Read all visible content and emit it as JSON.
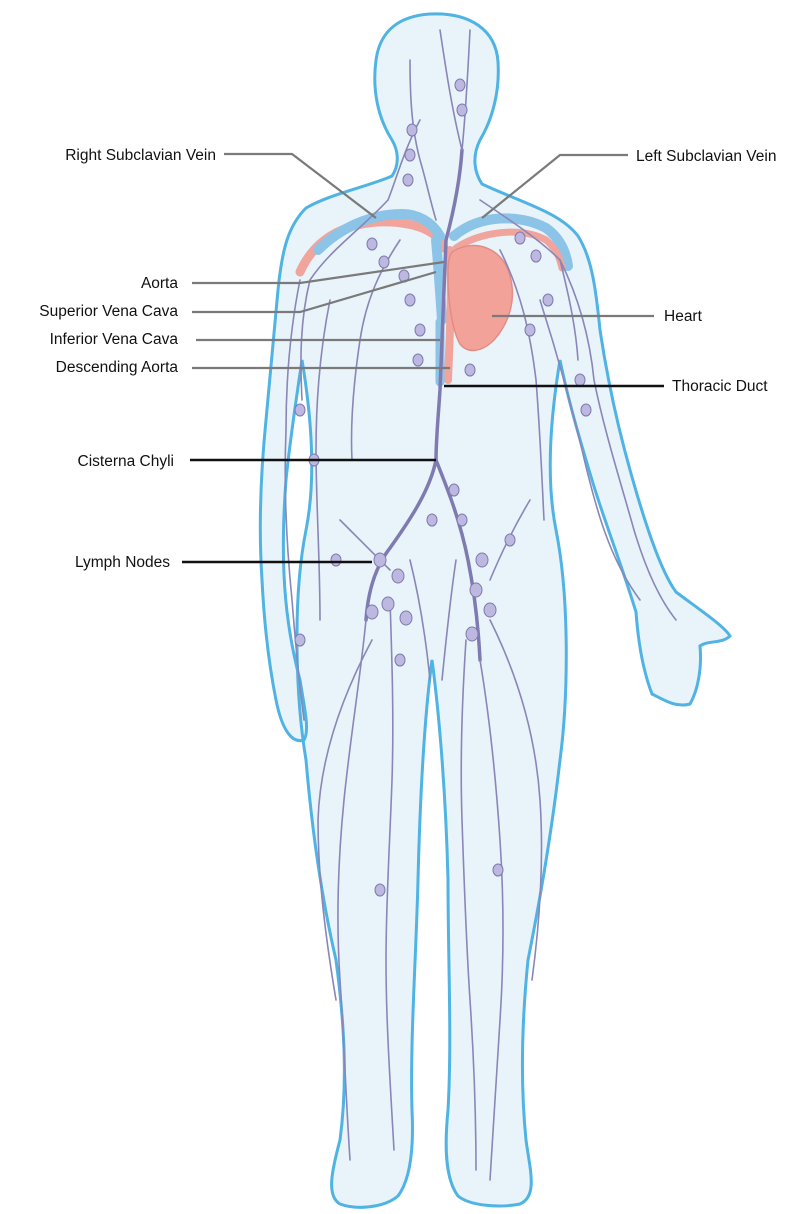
{
  "labels": {
    "right_subclavian_vein": "Right Subclavian Vein",
    "left_subclavian_vein": "Left Subclavian Vein",
    "aorta": "Aorta",
    "superior_vena_cava": "Superior Vena Cava",
    "inferior_vena_cava": "Inferior Vena Cava",
    "descending_aorta": "Descending Aorta",
    "heart": "Heart",
    "thoracic_duct": "Thoracic Duct",
    "cisterna_chyli": "Cisterna Chyli",
    "lymph_nodes": "Lymph Nodes"
  },
  "colors": {
    "body_fill": "#e8f3fa",
    "body_outline": "#4fb3e3",
    "lymph_vessel": "#8a86b8",
    "lymph_node": "#bdb8e0",
    "artery": "#f0a49c",
    "vein": "#8cc4e8",
    "heart": "#f3a29a",
    "grey_leader": "#7a7a7a",
    "dark_leader": "#111111"
  }
}
